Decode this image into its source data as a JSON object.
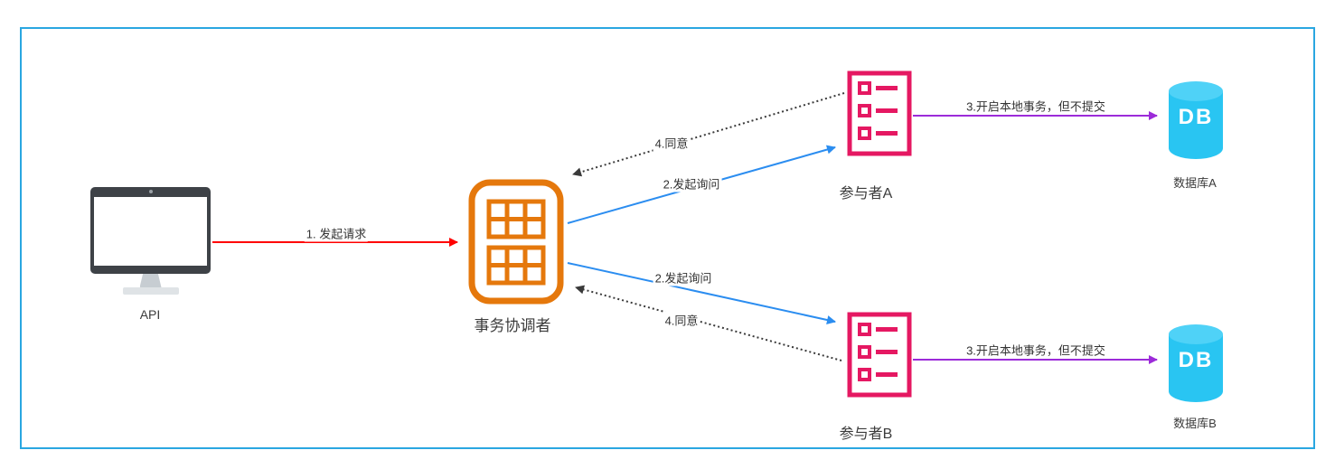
{
  "frame": {
    "color": "#2aa7e1"
  },
  "nodes": {
    "api": {
      "label": "API",
      "icon": "monitor-icon"
    },
    "coordinator": {
      "label": "事务协调者",
      "icon": "table-grid-icon",
      "color": "#e5780c"
    },
    "participant_a": {
      "label": "参与者A",
      "icon": "checklist-icon",
      "color": "#e51862"
    },
    "participant_b": {
      "label": "参与者B",
      "icon": "checklist-icon",
      "color": "#e51862"
    },
    "db_a": {
      "label": "数据库A",
      "text": "DB",
      "icon": "database-cylinder-icon",
      "color": "#29c5f2"
    },
    "db_b": {
      "label": "数据库B",
      "text": "DB",
      "icon": "database-cylinder-icon",
      "color": "#29c5f2"
    }
  },
  "edges": {
    "request": {
      "label": "1. 发起请求",
      "from": "api",
      "to": "coordinator",
      "color": "#ff0000",
      "style": "solid"
    },
    "inquiry_a": {
      "label": "2.发起询问",
      "from": "coordinator",
      "to": "participant_a",
      "color": "#2b8df0",
      "style": "solid"
    },
    "inquiry_b": {
      "label": "2.发起询问",
      "from": "coordinator",
      "to": "participant_b",
      "color": "#2b8df0",
      "style": "solid"
    },
    "agree_a": {
      "label": "4.同意",
      "from": "participant_a",
      "to": "coordinator",
      "color": "#3a3a3a",
      "style": "dotted"
    },
    "agree_b": {
      "label": "4.同意",
      "from": "participant_b",
      "to": "coordinator",
      "color": "#3a3a3a",
      "style": "dotted"
    },
    "local_tx_a": {
      "label": "3.开启本地事务，但不提交",
      "from": "participant_a",
      "to": "db_a",
      "color": "#9c2bd9",
      "style": "solid"
    },
    "local_tx_b": {
      "label": "3.开启本地事务，但不提交",
      "from": "participant_b",
      "to": "db_b",
      "color": "#9c2bd9",
      "style": "solid"
    }
  }
}
